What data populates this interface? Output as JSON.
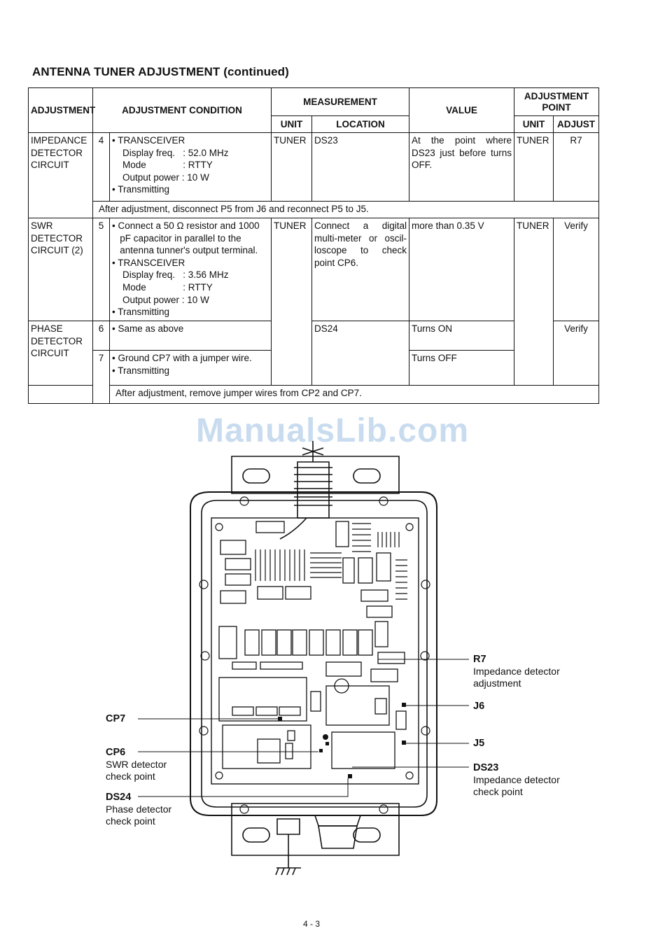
{
  "title": "ANTENNA TUNER ADJUSTMENT (continued)",
  "headers": {
    "adjustment": "ADJUSTMENT",
    "condition": "ADJUSTMENT CONDITION",
    "measurement": "MEASUREMENT",
    "unit": "UNIT",
    "location": "LOCATION",
    "value": "VALUE",
    "adjustment_point": "ADJUSTMENT POINT",
    "ap_unit": "UNIT",
    "ap_adjust": "ADJUST"
  },
  "rows": [
    {
      "adjustment": "IMPEDANCE DETECTOR CIRCUIT",
      "step": "4",
      "condition": [
        "• TRANSCEIVER",
        "    Display freq.   : 52.0 MHz",
        "    Mode              : RTTY",
        "    Output power : 10 W",
        "• Transmitting"
      ],
      "unit": "TUNER",
      "location": "DS23",
      "value": "At the point where DS23 just before turns OFF.",
      "ap_unit": "TUNER",
      "ap_adjust": "R7",
      "note": "After adjustment, disconnect P5 from J6 and reconnect P5 to J5."
    },
    {
      "adjustment": "SWR DETECTOR CIRCUIT (2)",
      "step": "5",
      "condition": [
        "• Connect a 50 Ω resistor and 1000",
        "   pF capacitor in parallel to the",
        "   antenna tunner's output terminal.",
        "• TRANSCEIVER",
        "    Display freq.   : 3.56 MHz",
        "    Mode              : RTTY",
        "    Output power : 10 W",
        "• Transmitting"
      ],
      "unit": "TUNER",
      "location": "Connect a digital multi-meter or oscil-loscope to check point CP6.",
      "value": "more than 0.35 V",
      "ap_unit": "TUNER",
      "ap_adjust": "Verify"
    },
    {
      "adjustment": "PHASE DETECTOR CIRCUIT",
      "step": "6",
      "condition": [
        "• Same as above"
      ],
      "location": "DS24",
      "value": "Turns ON",
      "ap_adjust": "Verify"
    },
    {
      "step": "7",
      "condition": [
        "• Ground CP7 with a jumper wire.",
        "• Transmitting"
      ],
      "value": "Turns OFF",
      "note": "After adjustment, remove jumper wires from CP2 and CP7."
    }
  ],
  "watermark": "ManualsLib.com",
  "callouts": {
    "r7": {
      "name": "R7",
      "desc": "Impedance detector adjustment"
    },
    "j6": {
      "name": "J6"
    },
    "j5": {
      "name": "J5"
    },
    "ds23": {
      "name": "DS23",
      "desc": "Impedance detector check point"
    },
    "cp7": {
      "name": "CP7"
    },
    "cp6": {
      "name": "CP6",
      "desc": "SWR detector check point"
    },
    "ds24": {
      "name": "DS24",
      "desc": "Phase detector check point"
    }
  },
  "page_number": "4 - 3"
}
